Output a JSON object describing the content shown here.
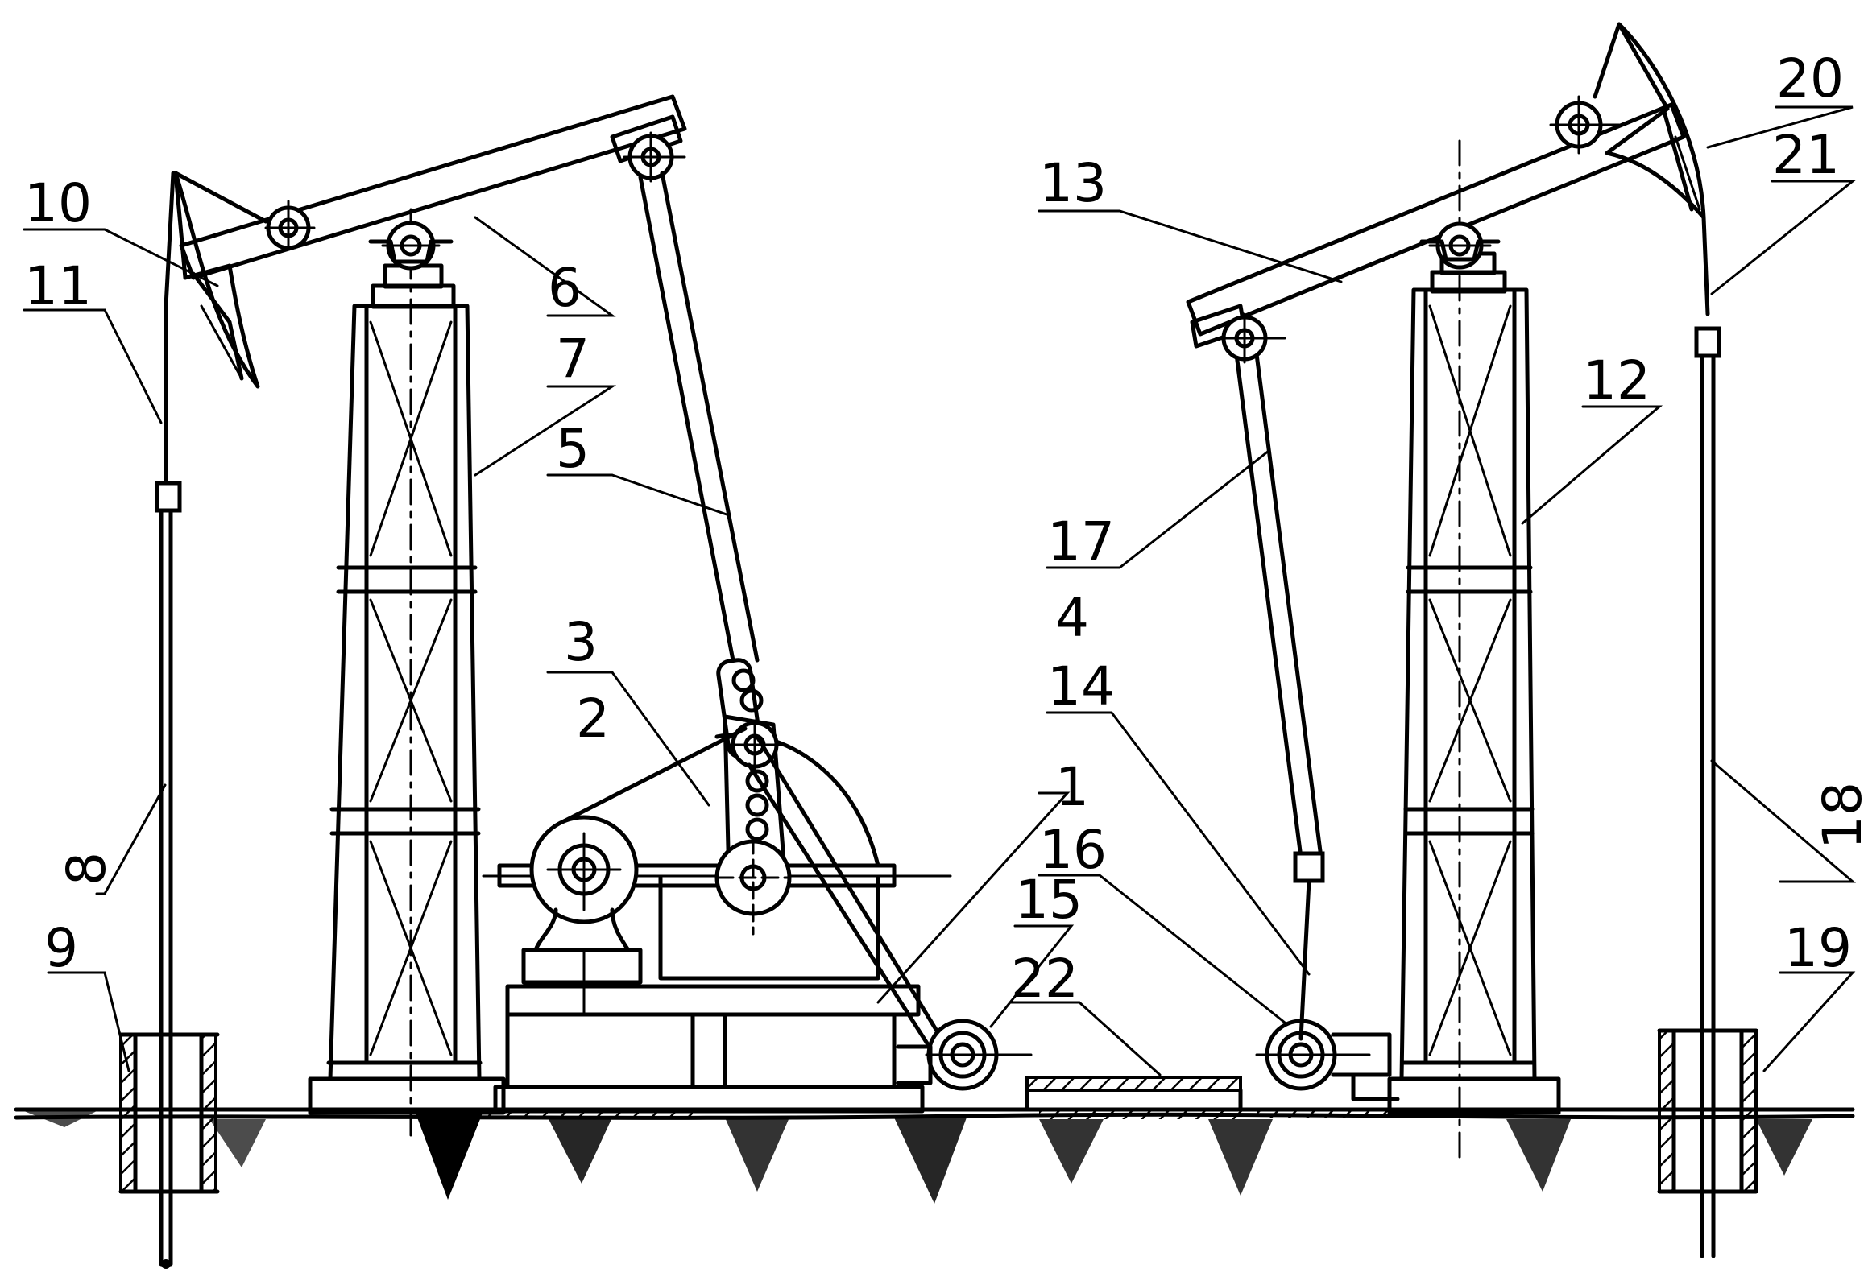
{
  "labels": {
    "l1": "1",
    "l2": "2",
    "l3": "3",
    "l4": "4",
    "l5": "5",
    "l6": "6",
    "l7": "7",
    "l8": "8",
    "l9": "9",
    "l10": "10",
    "l11": "11",
    "l12": "12",
    "l13": "13",
    "l14": "14",
    "l15": "15",
    "l16": "16",
    "l17": "17",
    "l18": "18",
    "l19": "19",
    "l20": "20",
    "l21": "21",
    "l22": "22"
  },
  "colors": {
    "ink": "#000000",
    "paper": "#ffffff"
  }
}
